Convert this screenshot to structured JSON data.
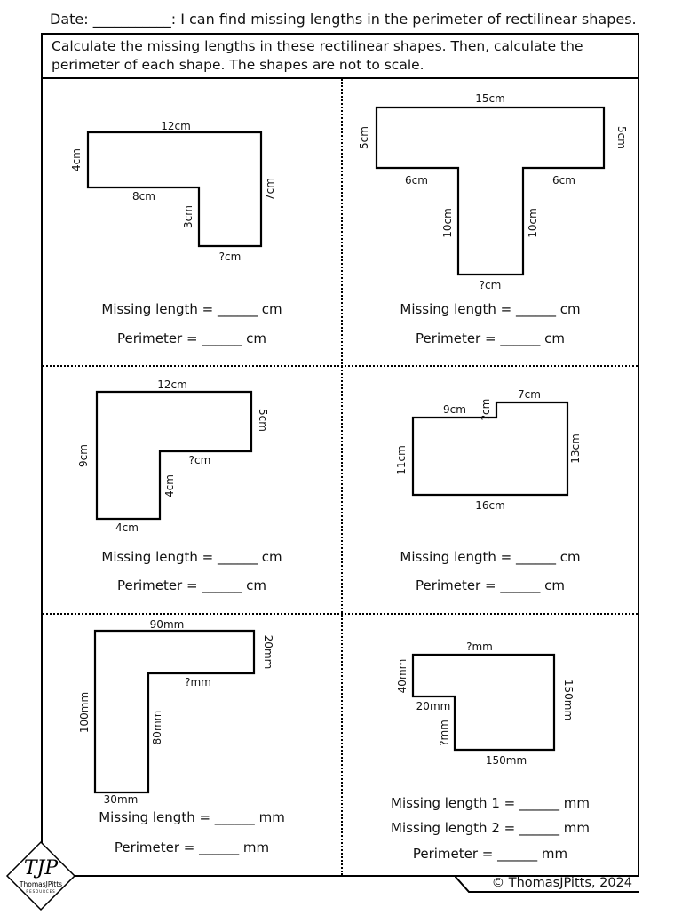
{
  "header": {
    "text": "Date: ___________: I can find missing lengths in the perimeter of rectilinear shapes."
  },
  "instructions": "Calculate the missing lengths in these rectilinear shapes. Then, calculate the perimeter of each shape. The shapes are not to scale.",
  "panels": [
    {
      "labels": [
        "12cm",
        "4cm",
        "8cm",
        "3cm",
        "7cm",
        "?cm"
      ],
      "questions": [
        "Missing length = ______ cm",
        "Perimeter = ______ cm"
      ]
    },
    {
      "labels": [
        "15cm",
        "5cm",
        "5cm",
        "6cm",
        "6cm",
        "10cm",
        "10cm",
        "?cm"
      ],
      "questions": [
        "Missing length = ______ cm",
        "Perimeter = ______ cm"
      ]
    },
    {
      "labels": [
        "12cm",
        "5cm",
        "9cm",
        "?cm",
        "4cm",
        "4cm"
      ],
      "questions": [
        "Missing length = ______ cm",
        "Perimeter = ______ cm"
      ]
    },
    {
      "labels": [
        "7cm",
        "9cm",
        "?cm",
        "11cm",
        "13cm",
        "16cm"
      ],
      "questions": [
        "Missing length = ______ cm",
        "Perimeter = ______ cm"
      ]
    },
    {
      "labels": [
        "90mm",
        "20mm",
        "?mm",
        "100mm",
        "80mm",
        "30mm"
      ],
      "questions": [
        "Missing length = ______ mm",
        "Perimeter = ______ mm"
      ]
    },
    {
      "labels": [
        "?mm",
        "40mm",
        "20mm",
        "?mm",
        "150mm",
        "150mm"
      ],
      "questions": [
        "Missing length 1 = ______ mm",
        "Missing length 2 = ______ mm",
        "Perimeter = ______ mm"
      ]
    }
  ],
  "footer": {
    "copyright": "© ThomasJPitts, 2024"
  },
  "logo": {
    "initials": "TJP",
    "name": "ThomasJPitts",
    "sub": "RESOURCES"
  }
}
